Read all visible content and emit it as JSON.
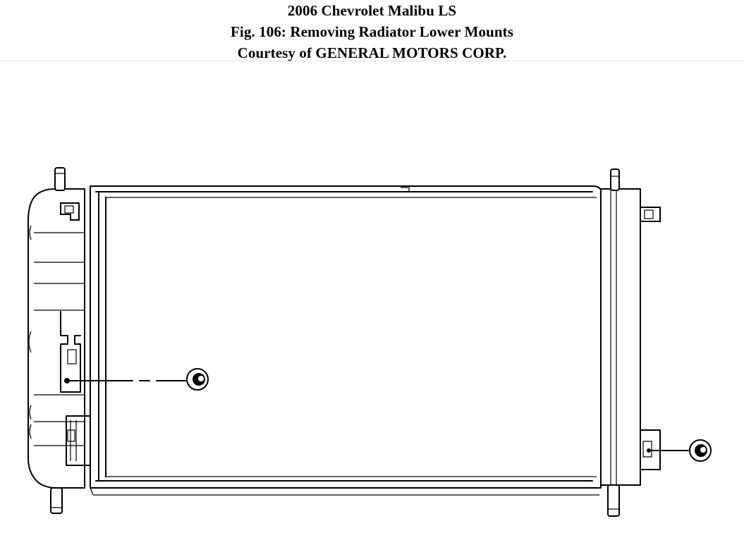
{
  "header": {
    "title": "2006 Chevrolet Malibu LS",
    "figure": "Fig. 106: Removing Radiator Lower Mounts",
    "courtesy": "Courtesy of GENERAL MOTORS CORP."
  },
  "colors": {
    "line": "#000000",
    "background": "#ffffff",
    "divider": "#e4e4e4"
  }
}
